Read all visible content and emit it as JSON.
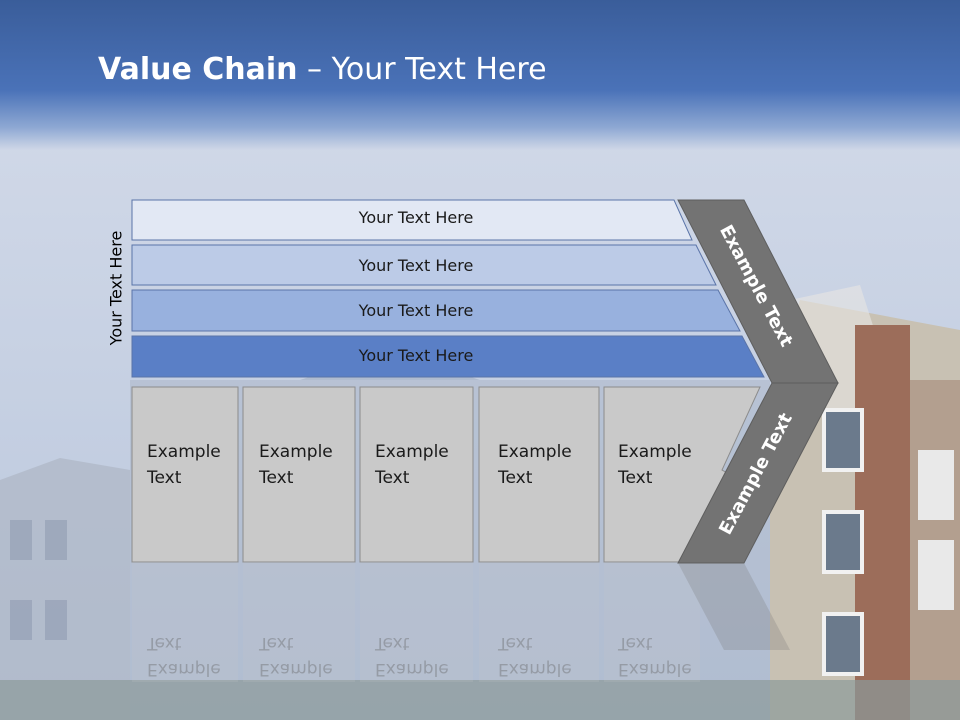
{
  "title": {
    "bold": "Value Chain",
    "rest": " – Your Text Here"
  },
  "side_label": "Your Text Here",
  "bars": [
    {
      "label": "Your Text Here",
      "color": "#e2e8f4"
    },
    {
      "label": "Your Text Here",
      "color": "#bccbe7"
    },
    {
      "label": "Your Text Here",
      "color": "#98b1de"
    },
    {
      "label": "Your Text Here",
      "color": "#5a7fc6"
    }
  ],
  "boxes": [
    {
      "label": "Example\nText"
    },
    {
      "label": "Example\nText"
    },
    {
      "label": "Example\nText"
    },
    {
      "label": "Example\nText"
    },
    {
      "label": "Example\nText"
    }
  ],
  "chevron": {
    "upper_label": "Example Text",
    "lower_label": "Example Text",
    "color": "#737373"
  }
}
